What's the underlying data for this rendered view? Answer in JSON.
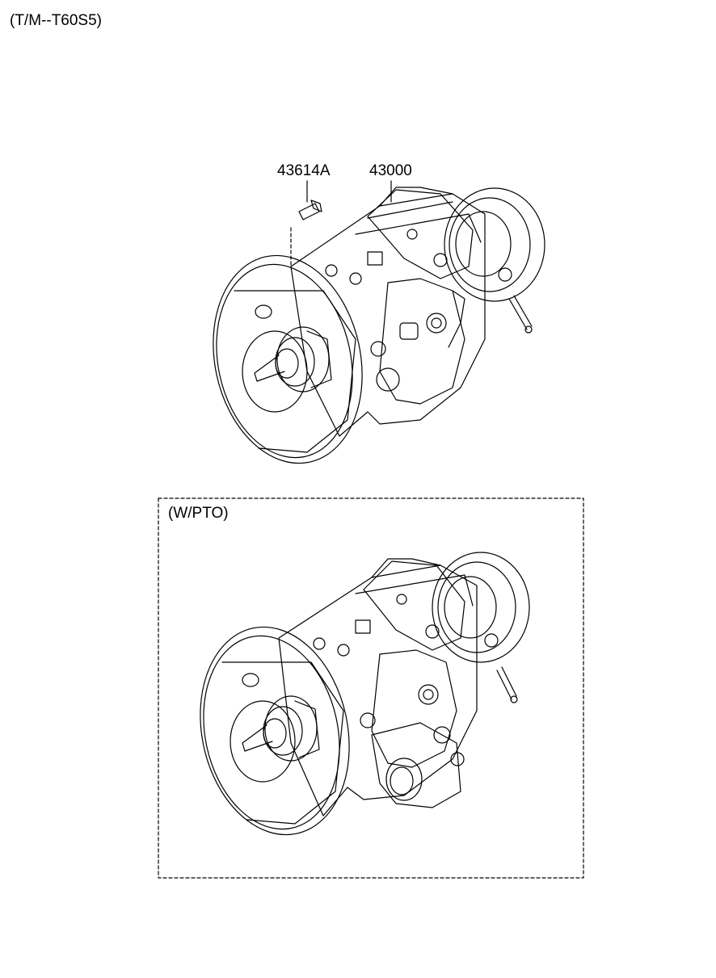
{
  "header": {
    "model_label": "(T/M--T60S5)"
  },
  "callouts": {
    "bolt_part_no": "43614A",
    "assembly_part_no": "43000"
  },
  "pto_box": {
    "label": "(W/PTO)"
  },
  "colors": {
    "line": "#000000",
    "background": "#ffffff"
  }
}
